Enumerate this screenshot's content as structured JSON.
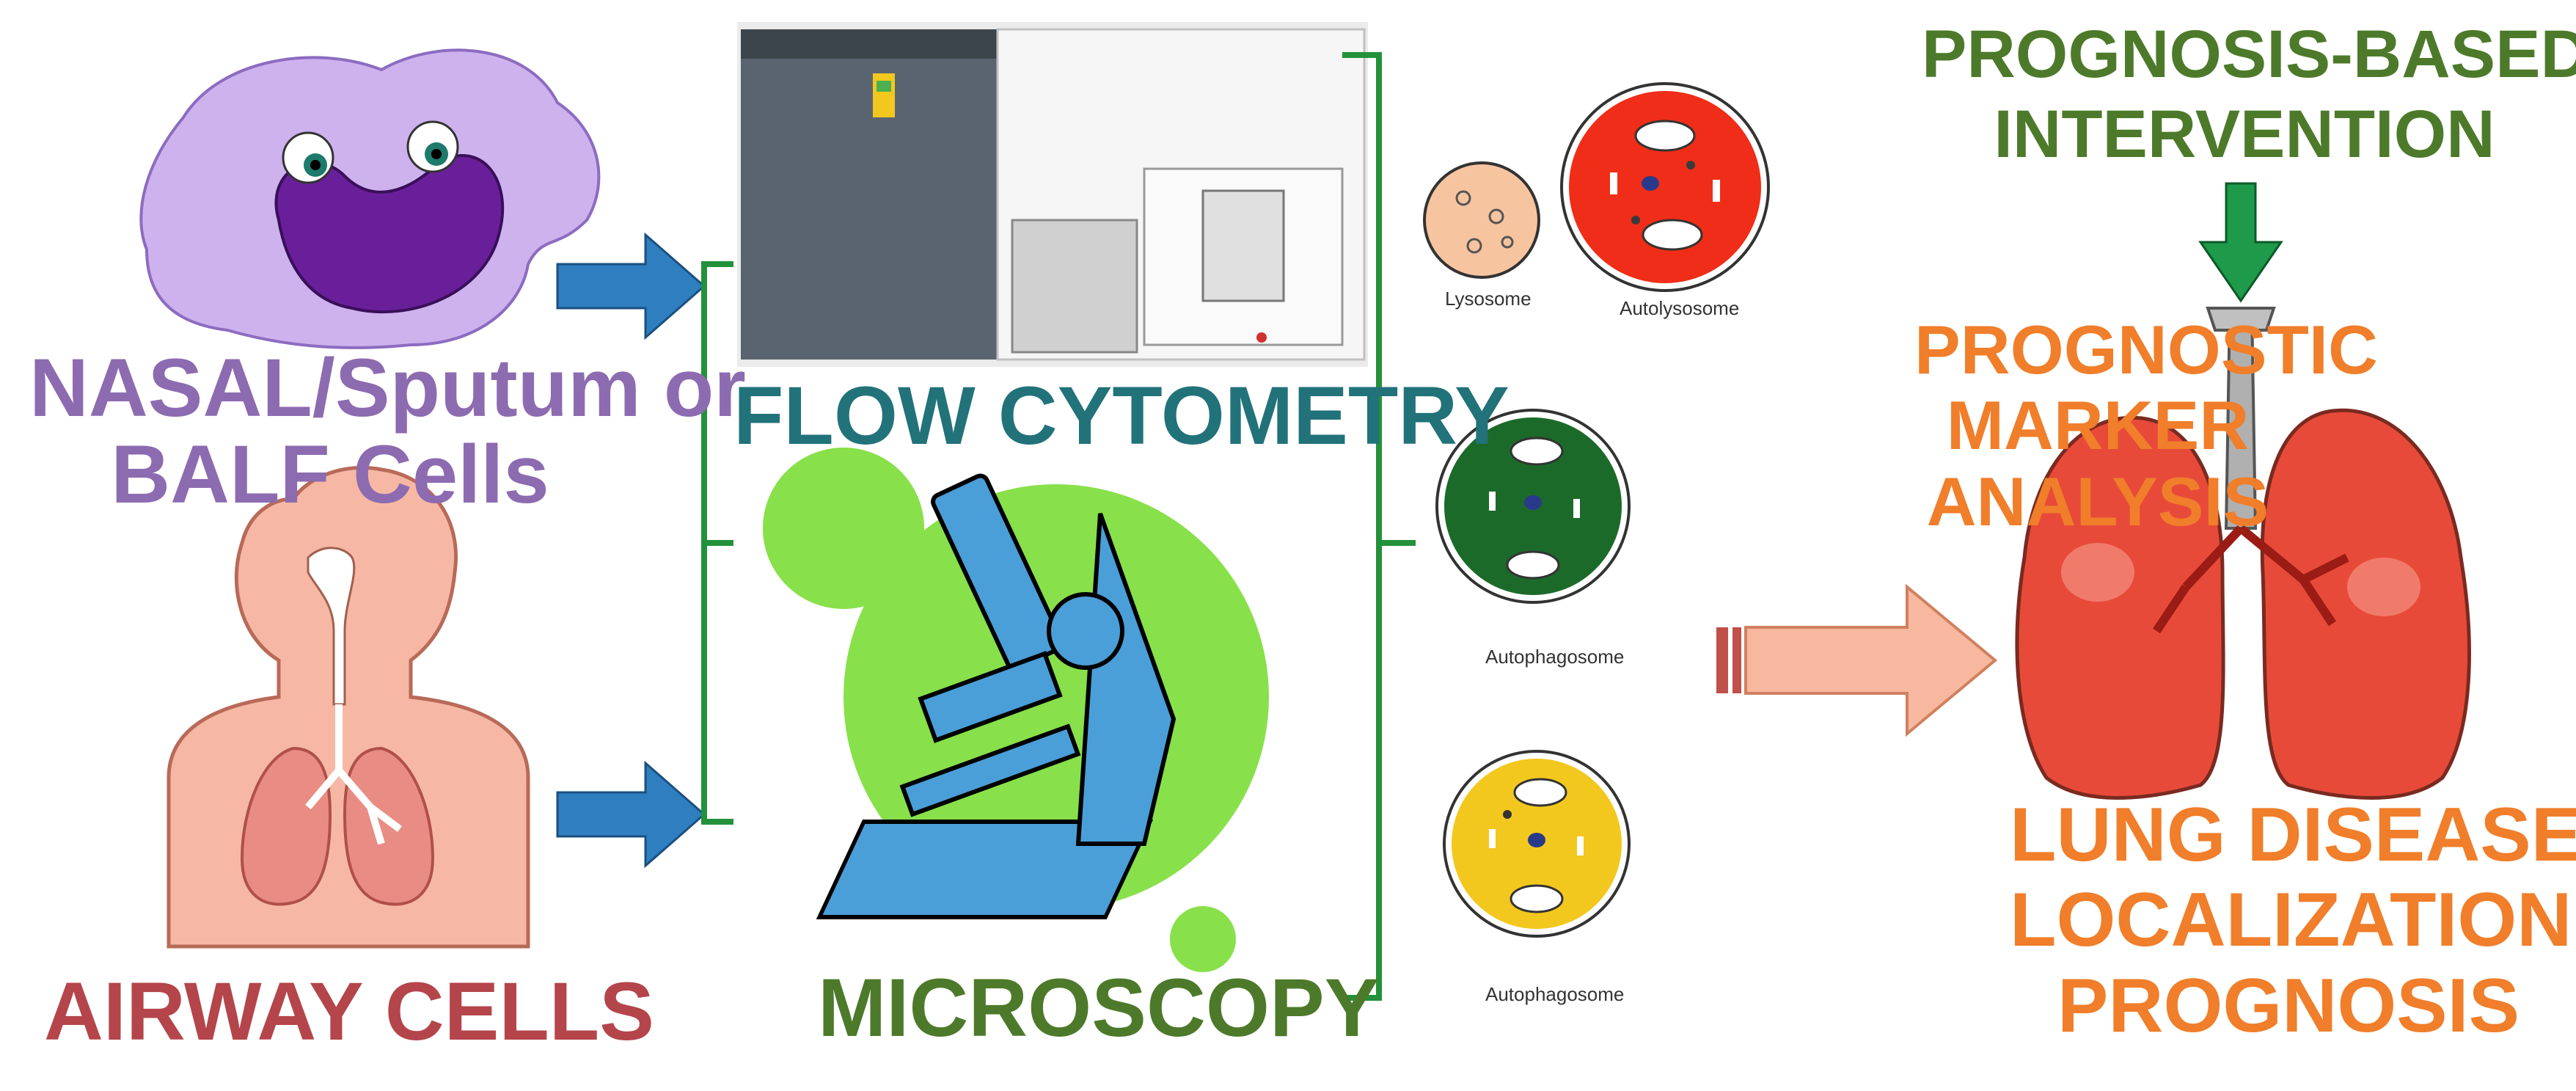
{
  "labels": {
    "nasal": "NASAL/Sputum or BALF Cells",
    "nasal_line1": "NASAL/Sputum or",
    "nasal_line2": "BALF Cells",
    "airway": "AIRWAY CELLS",
    "flow": "FLOW CYTOMETRY",
    "microscopy": "MICROSCOPY",
    "marker_line1": "PROGNOSTIC",
    "marker_line2": "MARKER",
    "marker_line3": "ANALYSIS",
    "intervention_line1": "PROGNOSIS-BASED",
    "intervention_line2": "INTERVENTION",
    "lung_line1": "LUNG DISEASE",
    "lung_line2": "LOCALIZATION &",
    "lung_line3": "PROGNOSIS"
  },
  "captions": {
    "lysosome": "Lysosome",
    "autolysosome": "Autolysosome",
    "autophagosome_1": "Autophagosome",
    "autophagosome_2": "Autophagosome"
  },
  "colors": {
    "nasal": "#8d6bb0",
    "airway": "#b4454b",
    "flow": "#22727a",
    "microscopy": "#4d7a2a",
    "marker": "#f07e2a",
    "intervention": "#4d7a2a",
    "lung_text": "#f07e2a",
    "bracket": "#23913a",
    "blue_arrow": "#2f7fc0",
    "green_arrow": "#1e9a4a",
    "peach_arrow": "#f8b8a0",
    "lysosome": "#f7c4a0",
    "autolysosome": "#f02d18",
    "autophagosome_green": "#1c6a2a",
    "autophagosome_yellow": "#f2c81e",
    "lung_fill": "#e84a3a",
    "body_fill": "#f6b8a4",
    "cell_fill": "#cdb2ee",
    "micro_blob": "#88e04a",
    "micro_blue": "#4a9fd8"
  },
  "icons": [
    "macrophage-cell-icon",
    "human-torso-airway-icon",
    "flow-cytometer-icon",
    "microscope-icon",
    "lysosome-icon",
    "autolysosome-icon",
    "autophagosome-icon",
    "lungs-icon"
  ]
}
